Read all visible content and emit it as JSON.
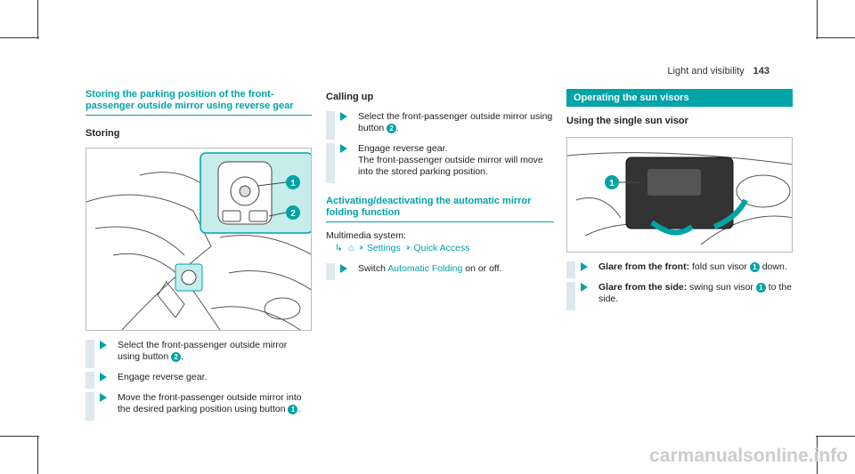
{
  "header": {
    "section": "Light and visibility",
    "page": "143"
  },
  "col1": {
    "heading": "Storing the parking position of the front-passenger outside mirror using reverse gear",
    "sub": "Storing",
    "figure": {
      "callout1": "1",
      "callout2": "2"
    },
    "steps": [
      {
        "pre": "Select the front-passenger outside mirror using button ",
        "num": "2",
        "post": "."
      },
      {
        "pre": "Engage reverse gear.",
        "num": "",
        "post": ""
      },
      {
        "pre": "Move the front-passenger outside mirror into the desired parking position using button ",
        "num": "1",
        "post": "."
      }
    ]
  },
  "col2": {
    "sub": "Calling up",
    "steps": [
      {
        "pre": "Select the front-passenger outside mirror using button ",
        "num": "2",
        "post": "."
      },
      {
        "pre": "Engage reverse gear.",
        "extra": "The front-passenger outside mirror will move into the stored parking position."
      }
    ],
    "heading": "Activating/deactivating the automatic mirror folding function",
    "menu_label": "Multimedia system:",
    "menu_path": [
      "Settings",
      "Quick Access"
    ],
    "step3": {
      "pre": "Switch ",
      "link": "Automatic Folding",
      "post": " on or off."
    }
  },
  "col3": {
    "bar": "Operating the sun visors",
    "sub": "Using the single sun visor",
    "figure": {
      "callout": "1"
    },
    "steps": [
      {
        "bold": "Glare from the front:",
        "text": " fold sun visor ",
        "num": "1",
        "post": " down."
      },
      {
        "bold": "Glare from the side:",
        "text": " swing sun visor ",
        "num": "1",
        "post": " to the side."
      }
    ]
  },
  "watermark": "carmanualsonline.info",
  "colors": {
    "accent": "#00a3a6",
    "sidebar": "#dfe8ec"
  }
}
